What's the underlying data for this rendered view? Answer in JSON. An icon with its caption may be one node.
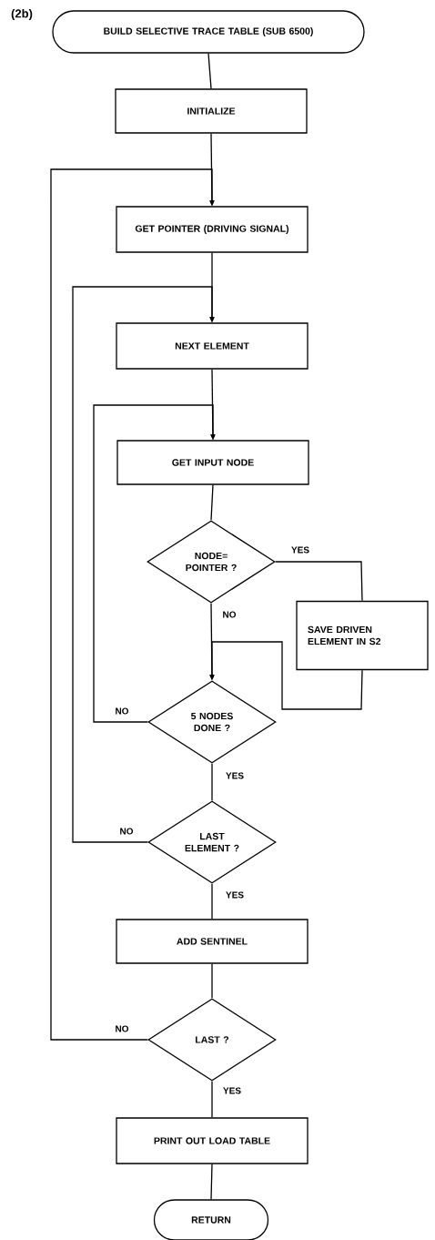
{
  "diagram": {
    "nodes": [
      {
        "text": [
          "BUILD SELECTIVE TRACE TABLE (SUB 6500)"
        ]
      },
      {
        "text": [
          "INITIALIZE"
        ]
      },
      {
        "text": [
          "GET POINTER (DRIVING SIGNAL)"
        ]
      },
      {
        "text": [
          "NEXT ELEMENT"
        ]
      },
      {
        "text": [
          "GET INPUT NODE"
        ]
      },
      {
        "text": [
          "NODE= POINTER ?"
        ]
      },
      {
        "text": [
          "SAVE DRIVEN ELEMENT IN S2"
        ]
      },
      {
        "text": [
          "5 NODES DONE ?"
        ]
      },
      {
        "text": [
          "LAST ELEMENT ?"
        ]
      },
      {
        "text": [
          "ADD SENTINEL"
        ]
      },
      {
        "text": [
          "LAST ?"
        ]
      },
      {
        "text": [
          "PRINT OUT LOAD TABLE"
        ]
      },
      {
        "text": [
          "RETURN"
        ]
      }
    ],
    "edges": [
      {
        "from": 0,
        "to": 1,
        "arrow": "none"
      },
      {
        "from": 1,
        "to": 2,
        "arrow": "to"
      },
      {
        "from": 2,
        "to": 3,
        "arrow": "to"
      },
      {
        "from": 3,
        "to": 4,
        "arrow": "to"
      },
      {
        "from": 4,
        "to": 5,
        "arrow": "none"
      },
      {
        "from": 5,
        "to": 6,
        "label": "YES",
        "arrow": "none"
      },
      {
        "from": 5,
        "to": 7,
        "label": "NO",
        "arrow": "to"
      },
      {
        "from": 6,
        "to": 7,
        "arrow": "to"
      },
      {
        "from": 7,
        "to": 4,
        "label": "NO",
        "arrow": "to"
      },
      {
        "from": 7,
        "to": 8,
        "label": "YES",
        "arrow": "none"
      },
      {
        "from": 8,
        "to": 3,
        "label": "NO",
        "arrow": "to"
      },
      {
        "from": 8,
        "to": 9,
        "label": "YES",
        "arrow": "none"
      },
      {
        "from": 9,
        "to": 10,
        "arrow": "none"
      },
      {
        "from": 10,
        "to": 2,
        "label": "NO",
        "arrow": "to"
      },
      {
        "from": 10,
        "to": 11,
        "label": "YES",
        "arrow": "none"
      },
      {
        "from": 11,
        "to": 12,
        "arrow": "none"
      }
    ],
    "labels": [
      "(2b)"
    ]
  }
}
